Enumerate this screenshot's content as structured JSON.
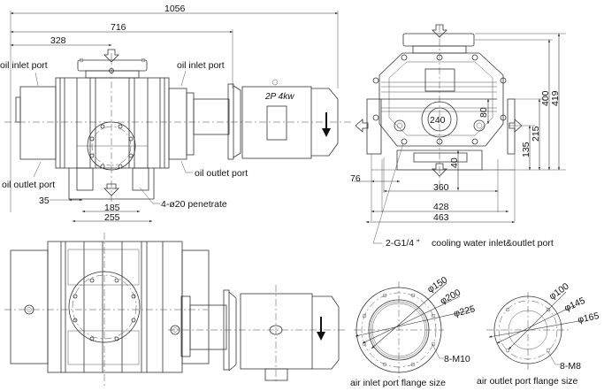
{
  "drawing": {
    "dimensions": {
      "overall_length": "1056",
      "pump_length": "716",
      "inlet_offset": "328",
      "foot_edge": "35",
      "foot_hole_spacing": "185",
      "foot_width": "255",
      "side_flange": "240",
      "offset_80": "80",
      "height_40": "40",
      "height_135": "135",
      "height_215": "215",
      "height_400": "400",
      "height_419": "419",
      "side_76": "76",
      "base_360": "360",
      "base_428": "428",
      "base_463": "463"
    },
    "labels": {
      "oil_inlet_left": "oil inlet port",
      "oil_inlet_right": "oil inlet port",
      "oil_outlet_left": "oil outlet port",
      "oil_outlet_right": "oil outlet port",
      "penetrate": "4-ø20 penetrate",
      "cooling_code": "2-G1/4 ”",
      "cooling_text": "cooling water inlet&outlet port",
      "motor": "2P 4kw"
    },
    "inlet_flange": {
      "d1": "φ150",
      "d2": "φ200",
      "d3": "φ225",
      "bolts": "8-M10",
      "caption": "air inlet port flange size"
    },
    "outlet_flange": {
      "d1": "φ100",
      "d2": "φ145",
      "d3": "φ165",
      "bolts": "8-M8",
      "caption": "air outlet port flange size"
    }
  }
}
